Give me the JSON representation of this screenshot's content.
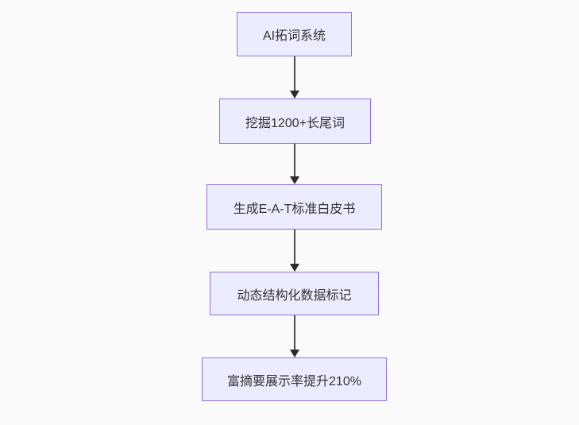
{
  "diagram": {
    "type": "flowchart",
    "direction": "top-down",
    "nodes": [
      {
        "id": "A",
        "label": "AI拓词系统"
      },
      {
        "id": "B",
        "label": "挖掘1200+长尾词"
      },
      {
        "id": "C",
        "label": "生成E-A-T标准白皮书"
      },
      {
        "id": "D",
        "label": "动态结构化数据标记"
      },
      {
        "id": "E",
        "label": "富摘要展示率提升210%"
      }
    ],
    "edges": [
      {
        "from": "A",
        "to": "B",
        "style": "arrow-down"
      },
      {
        "from": "B",
        "to": "C",
        "style": "arrow-down"
      },
      {
        "from": "C",
        "to": "D",
        "style": "arrow-down"
      },
      {
        "from": "D",
        "to": "E",
        "style": "arrow-down"
      }
    ],
    "colors": {
      "background": "#FAFAFA",
      "node_fill": "#ECECFF",
      "node_border": "#9370DB",
      "text": "#333333",
      "edge": "#4B4B4B",
      "arrowhead": "#2B2B2B"
    }
  }
}
